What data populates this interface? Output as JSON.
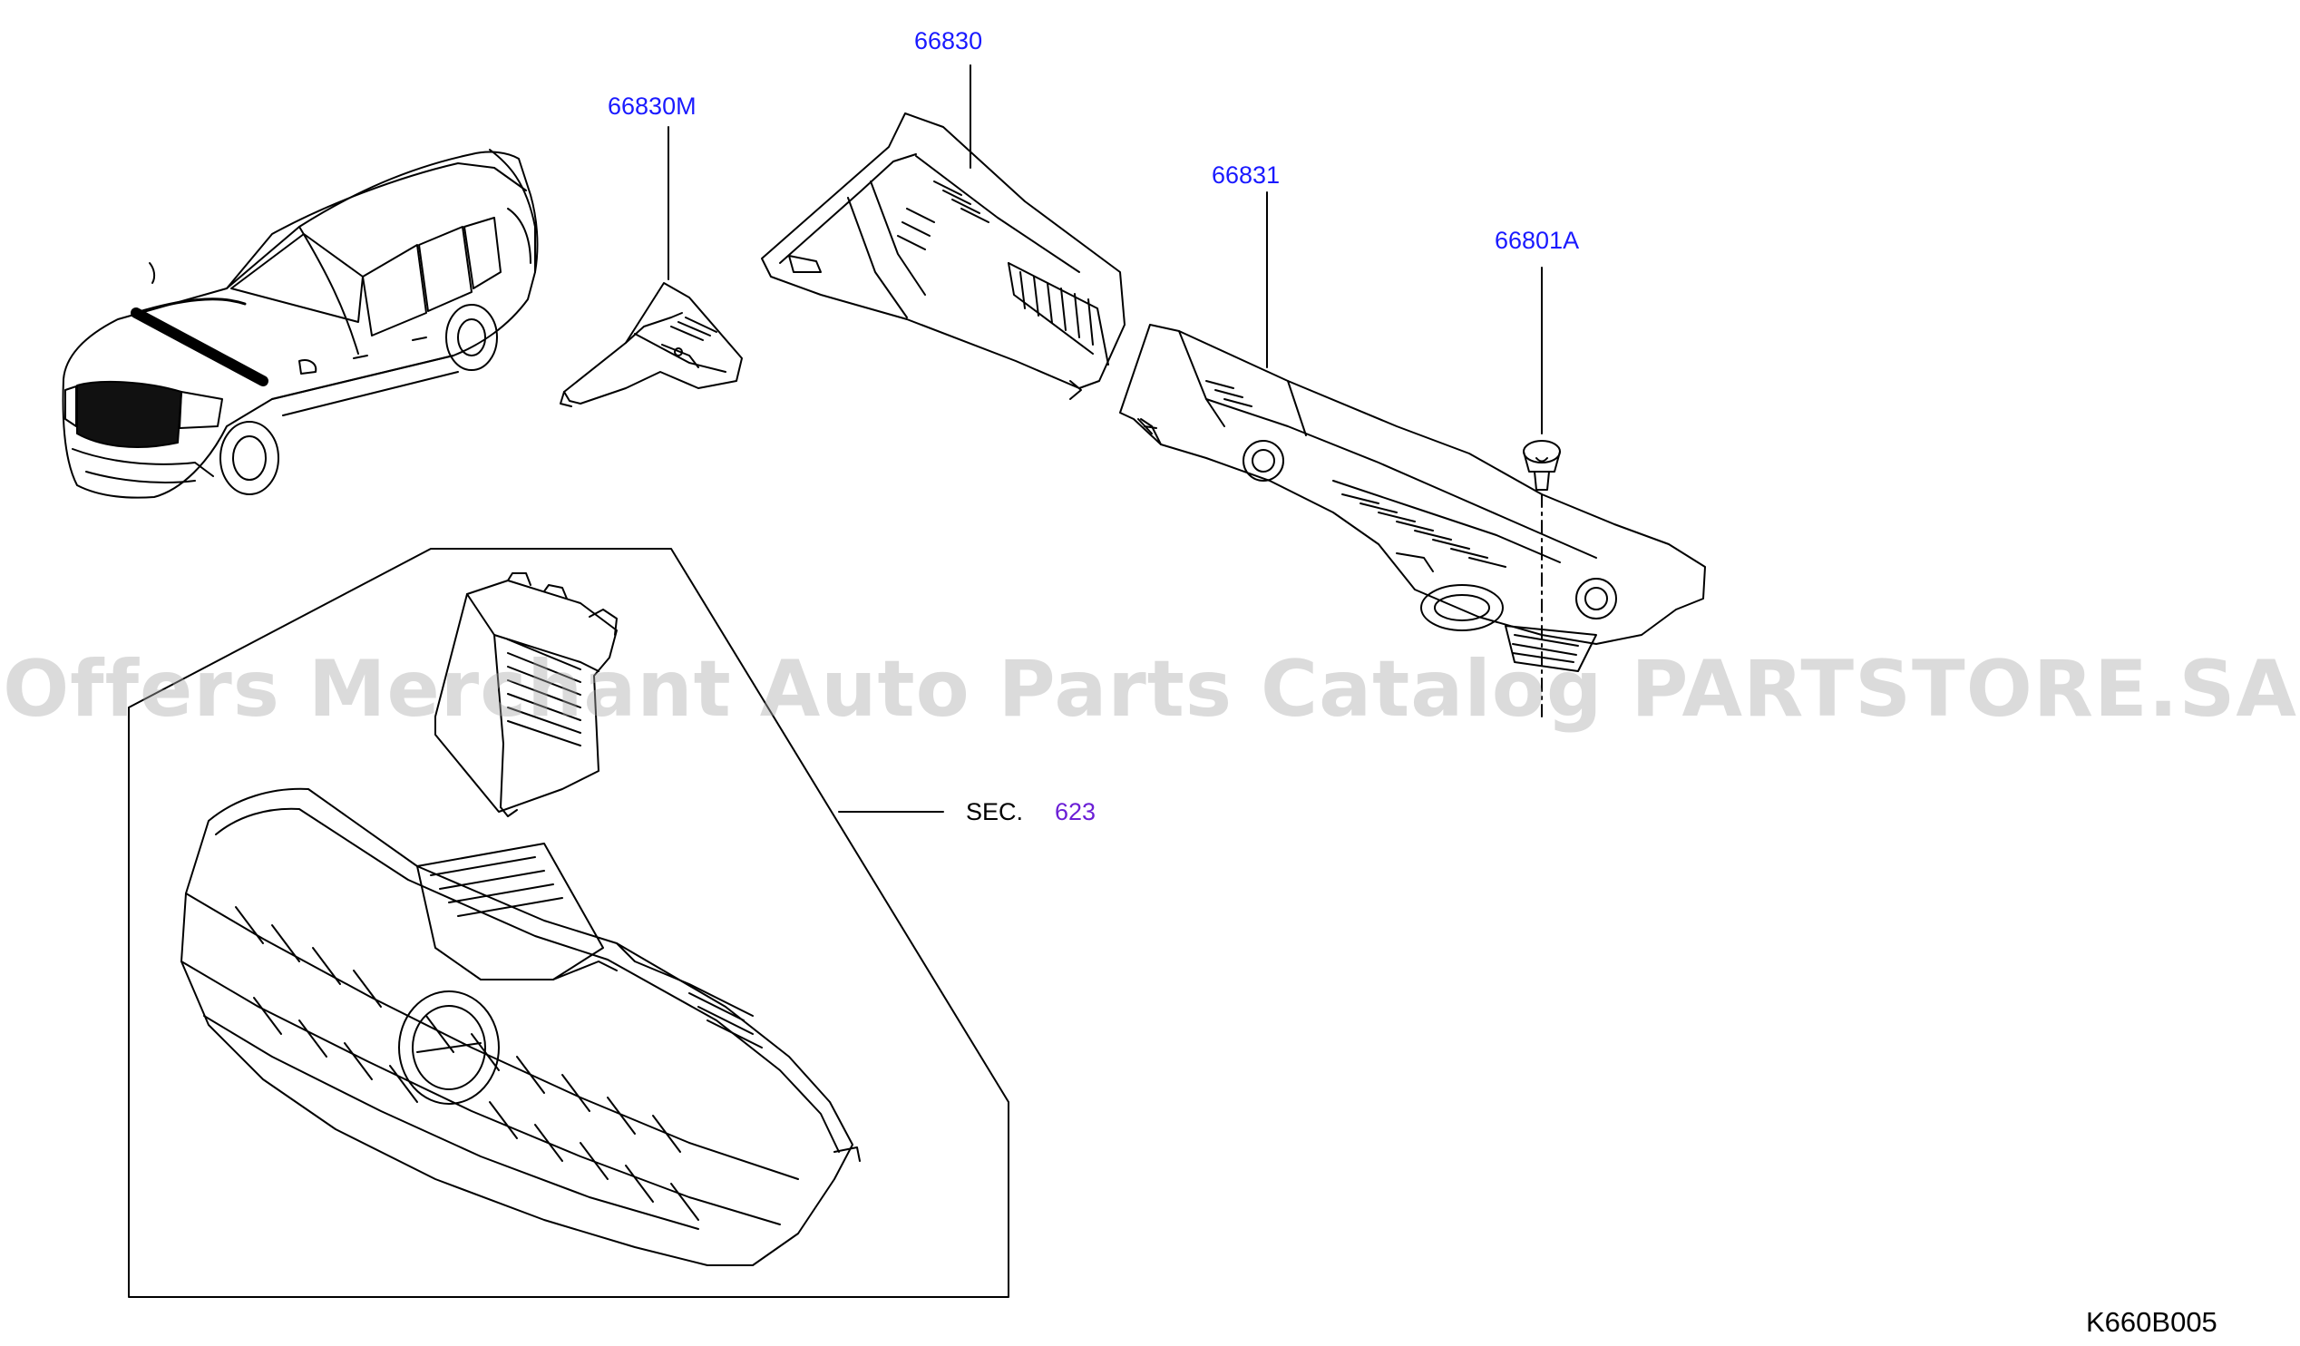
{
  "labels": {
    "p66830": "66830",
    "p66830M": "66830M",
    "p66831": "66831",
    "p66801A": "66801A",
    "sec_prefix": "SEC.",
    "sec_number": "623"
  },
  "watermark": "Offers Merchant Auto Parts Catalog PARTSTORE.SA",
  "diagram_code": "K660B005",
  "colors": {
    "part_link": "#1a1aff",
    "section_link": "#6b1fd6",
    "line": "#000000"
  }
}
